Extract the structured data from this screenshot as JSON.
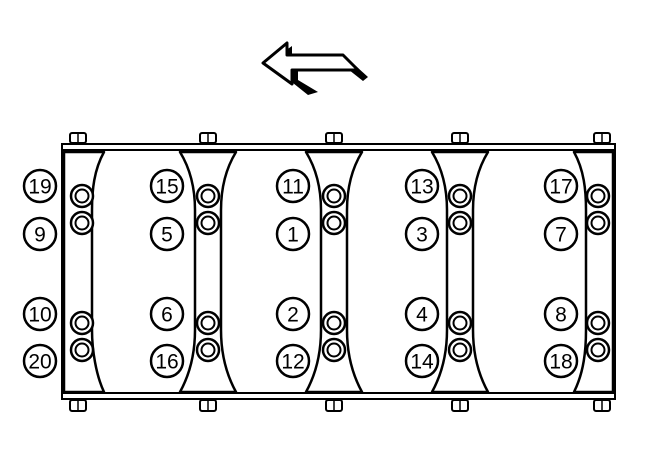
{
  "diagram": {
    "arrow": {
      "direction": "left"
    },
    "columns": [
      {
        "numbers": [
          "19",
          "9",
          "10",
          "20"
        ]
      },
      {
        "numbers": [
          "15",
          "5",
          "6",
          "16"
        ]
      },
      {
        "numbers": [
          "11",
          "1",
          "2",
          "12"
        ]
      },
      {
        "numbers": [
          "13",
          "3",
          "4",
          "14"
        ]
      },
      {
        "numbers": [
          "17",
          "7",
          "8",
          "18"
        ]
      }
    ],
    "colors": {
      "line": "#000000",
      "fill": "#ffffff"
    }
  }
}
